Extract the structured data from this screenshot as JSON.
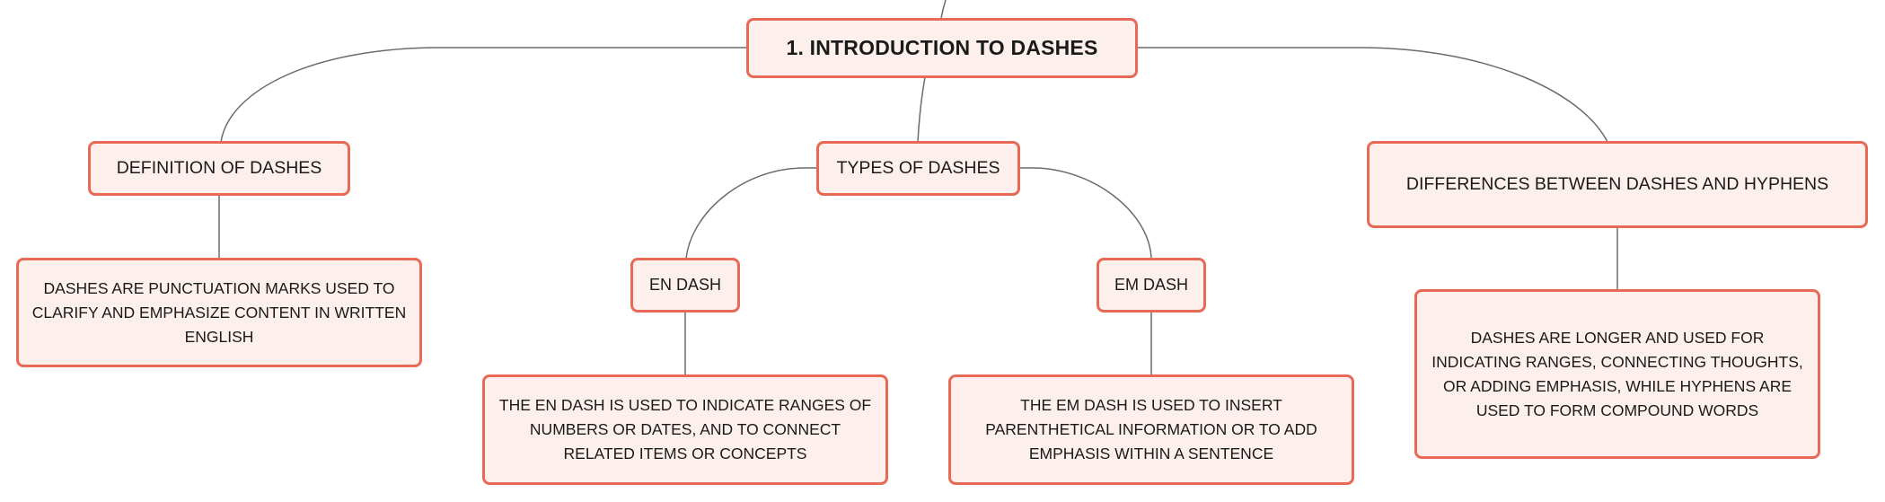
{
  "map": {
    "root": {
      "label": "1. INTRODUCTION TO DASHES"
    },
    "definition": {
      "label": "DEFINITION OF DASHES",
      "detail": "DASHES ARE PUNCTUATION MARKS USED TO CLARIFY AND EMPHASIZE CONTENT IN WRITTEN ENGLISH"
    },
    "types": {
      "label": "TYPES OF DASHES",
      "en_dash": {
        "label": "EN DASH",
        "detail": "THE EN DASH IS USED TO INDICATE RANGES OF NUMBERS OR DATES, AND TO CONNECT RELATED ITEMS OR CONCEPTS"
      },
      "em_dash": {
        "label": "EM DASH",
        "detail": "THE EM DASH IS USED TO INSERT PARENTHETICAL INFORMATION OR TO ADD EMPHASIS WITHIN A SENTENCE"
      }
    },
    "differences": {
      "label": "DIFFERENCES BETWEEN DASHES AND HYPHENS",
      "detail": "DASHES ARE LONGER AND USED FOR INDICATING RANGES, CONNECTING THOUGHTS, OR ADDING EMPHASIS, WHILE HYPHENS ARE USED TO FORM COMPOUND WORDS"
    }
  },
  "colors": {
    "node_border": "#e86a56",
    "node_fill": "#fdf0ec",
    "connector": "#6b6b6b",
    "text": "#1a1a1a"
  }
}
